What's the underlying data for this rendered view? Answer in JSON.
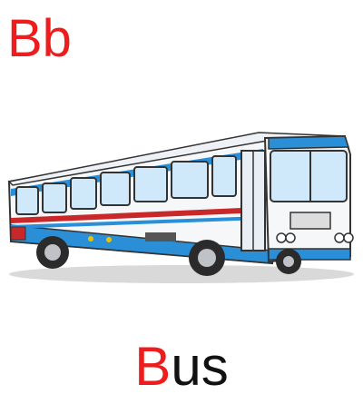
{
  "colors": {
    "accent": "#ee1c1c",
    "text": "#111111",
    "bus_blue": "#2a8fd6",
    "bus_red": "#c8282a",
    "bus_white": "#f6f7f9"
  },
  "heading": {
    "letters": "Bb"
  },
  "word": {
    "first_letter": "B",
    "rest": "us"
  },
  "illustration": {
    "icon": "bus-icon"
  }
}
